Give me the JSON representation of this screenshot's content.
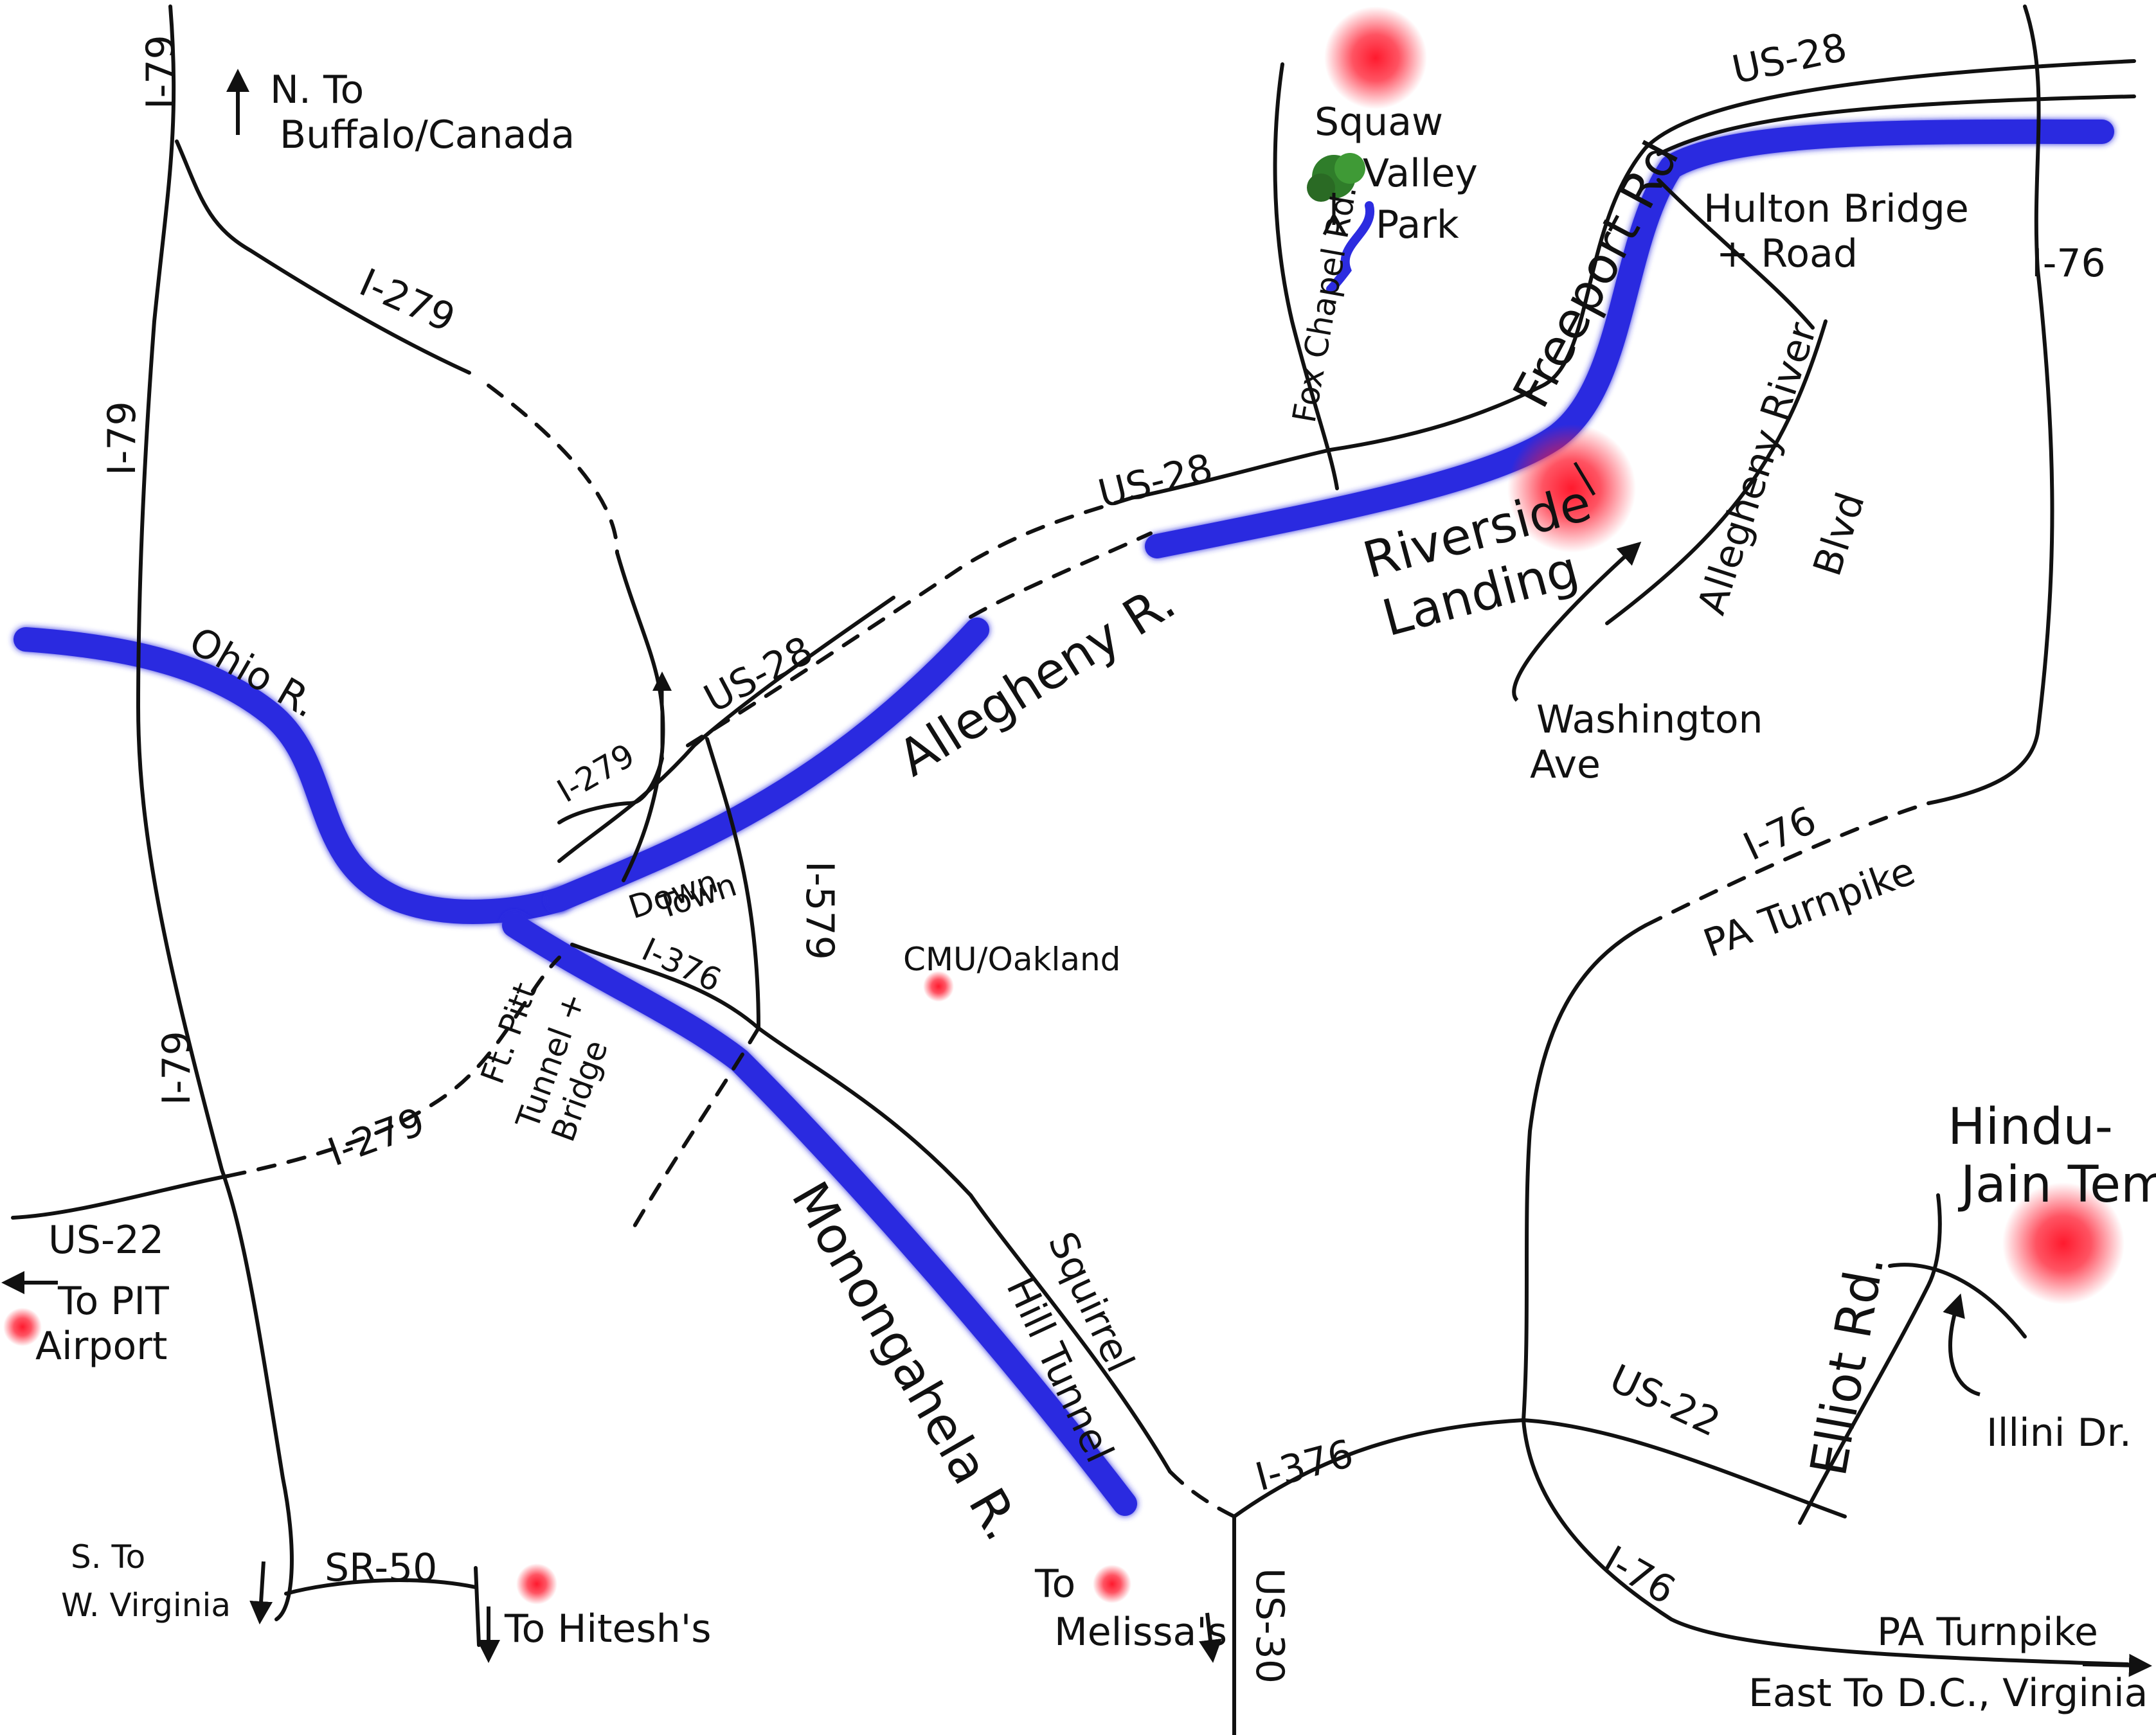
{
  "colors": {
    "river": "#2c2ce0",
    "marker": "#ff1a2e",
    "ink": "#111111",
    "park": "#2f7d2a"
  },
  "roads": {
    "i79_top": "I-79",
    "i79_mid": "I-79",
    "i79_low": "I-79",
    "i279_north": "I-279",
    "i279_loop": "I-279",
    "i279_south": "I-279",
    "us28_top": "US-28",
    "us28_mid": "US-28",
    "us28_low": "US-28",
    "i579": "I-579",
    "i376_city": "I-376",
    "i376_east": "I-376",
    "us22_west": "US-22",
    "us22_east": "US-22",
    "sr50": "SR-50",
    "us30": "US-30",
    "i76_north": "I-76",
    "i76_mid": "I-76",
    "i76_east": "I-76",
    "pa_turnpike_mid": "PA Turnpike",
    "pa_turnpike_east": "PA Turnpike"
  },
  "rivers": {
    "ohio": "Ohio R.",
    "allegheny": "Allegheny R.",
    "monongahela": "Monongahela R.",
    "allegheny_river_blvd": "Allegheny River",
    "allegheny_river_blvd2": "Blvd"
  },
  "streets": {
    "fox_chapel": "Fox Chapel Rd.",
    "freeport": "Freeport Rd",
    "hulton_1": "Hulton Bridge",
    "hulton_2": "+ Road",
    "washington_1": "Washington",
    "washington_2": "Ave",
    "elliot": "Elliot Rd.",
    "illini": "Illini Dr.",
    "squirrel_1": "Squirrel",
    "squirrel_2": "Hill Tunnel",
    "ftpitt_1": "Ft. Pitt",
    "ftpitt_2": "Tunnel +",
    "ftpitt_3": "Bridge"
  },
  "places": {
    "park_1": "Squaw",
    "park_2": "Valley",
    "park_3": "Park",
    "riverside_1": "Riverside",
    "riverside_2": "Landing",
    "temple_1": "Hindu-",
    "temple_2": "Jain Temple",
    "cmu": "CMU/Oakland",
    "downtown_1": "Down",
    "downtown_2": "Town",
    "airport_1": "To PIT",
    "airport_2": "Airport",
    "hitesh": "To Hitesh's",
    "melissa_1": "To",
    "melissa_2": "Melissa's"
  },
  "directions": {
    "north_1": "N. To",
    "north_2": "Buffalo/Canada",
    "south_1": "S. To",
    "south_2": "W. Virginia",
    "east": "East To D.C., Virginia"
  }
}
